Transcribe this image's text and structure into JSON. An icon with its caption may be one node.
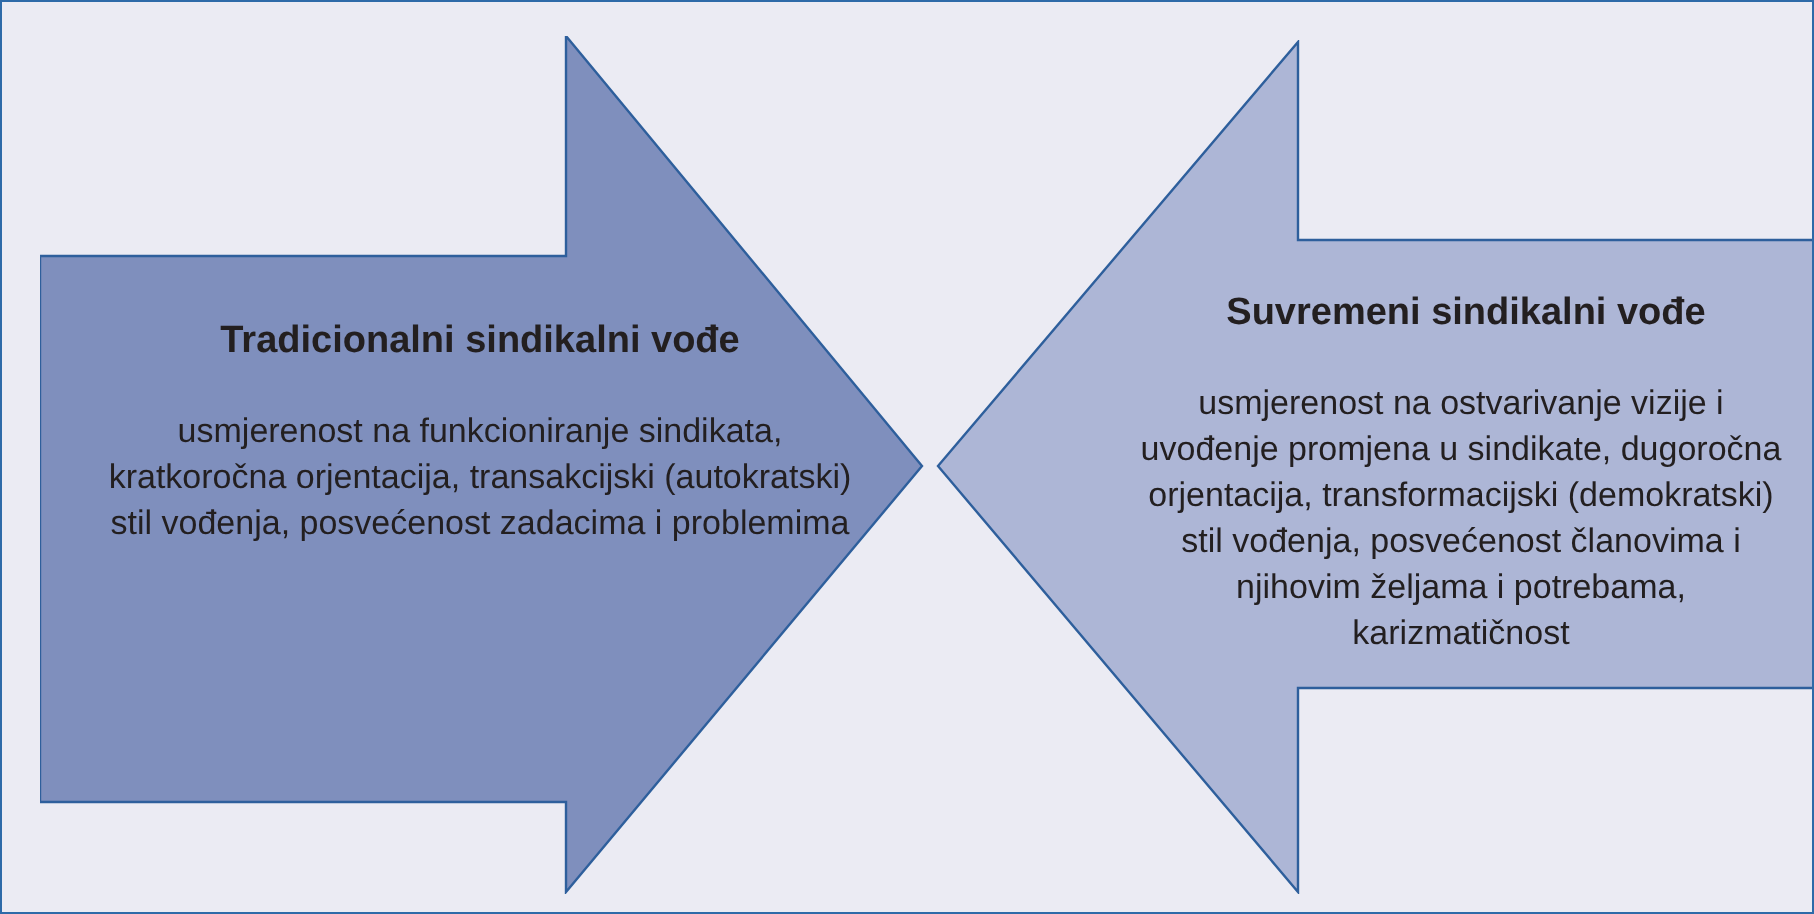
{
  "diagram": {
    "nodes": [
      {
        "text": [
          "Tradicionalni sindikalni vođe",
          "usmjerenost na funkcioniranje sindikata, kratkoročna orjentacija, transakcijski (autokratski) stil vođenja, posvećenost zadacima i problemima"
        ]
      },
      {
        "text": [
          "Suvremeni sindikalni vođe",
          "usmjerenost na ostvarivanje vizije i uvođenje promjena u sindikate, dugoročna orjentacija, transformacijski (demokratski) stil vođenja, posvećenost članovima i njihovim željama i potrebama, karizmatičnost"
        ]
      }
    ]
  }
}
